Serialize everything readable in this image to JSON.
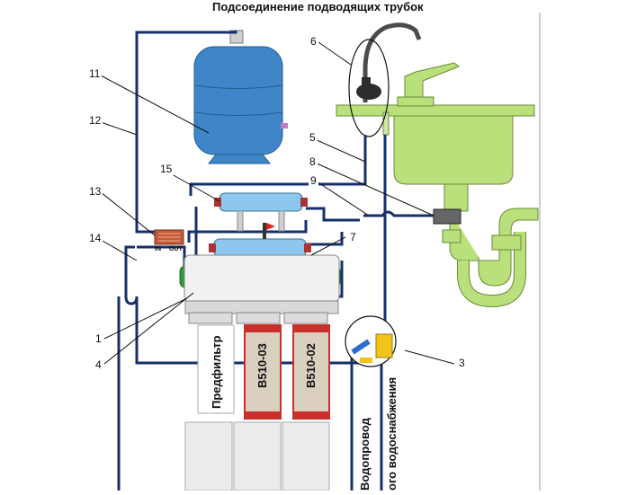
{
  "title": "Подсоединение подводящих трубок",
  "callouts": [
    "1",
    "3",
    "4",
    "6",
    "5",
    "8",
    "9",
    "7",
    "11",
    "12",
    "13",
    "14",
    "15"
  ],
  "cartridges": {
    "prefilter_label": "Предфильтр",
    "cartridge_2": "B510-03",
    "cartridge_3": "B510-02"
  },
  "connector_labels": {
    "in": "IN",
    "out": "OUT"
  },
  "water_supply": {
    "line1": "Водопровод",
    "line2": "ого водоснабжения"
  },
  "colors": {
    "pipe": "#16306b",
    "tank": "#3f86c9",
    "sink": "#b9e07a",
    "membrane_green": "#2e9b3c",
    "postfilter": "#8ec7ee",
    "cartridge_red": "#c9302c",
    "valve_yellow": "#f0c419"
  }
}
